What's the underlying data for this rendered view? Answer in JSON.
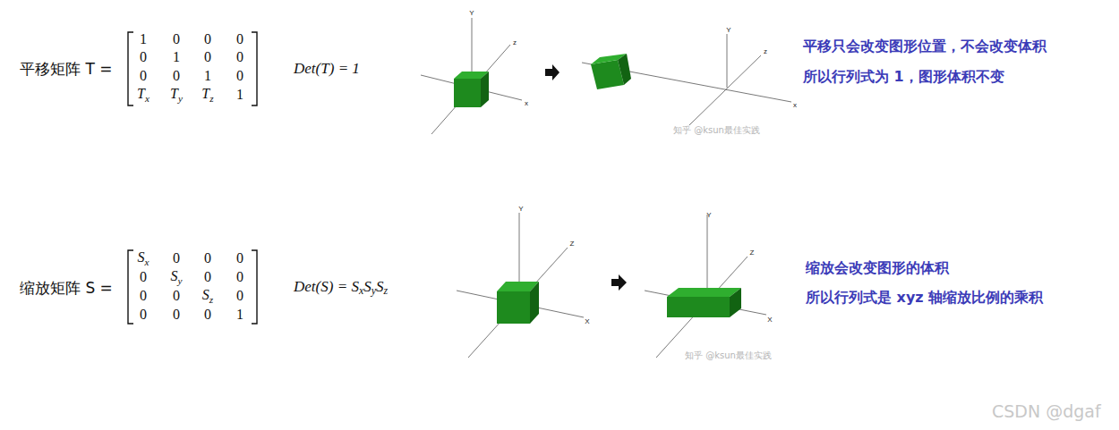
{
  "diagram": {
    "labels": [
      "平移矩阵 T =",
      "1",
      "0",
      "0",
      "0",
      "0",
      "1",
      "0",
      "0",
      "0",
      "0",
      "1",
      "0",
      "Tx",
      "Ty",
      "Tz",
      "1",
      "Det(T) = 1",
      "Y",
      "z",
      "x",
      "Y",
      "z",
      "x",
      "平移只会改变图形位置，不会改变体积",
      "所以行列式为 1，图形体积不变",
      "知乎 @ksun最佳实践",
      "缩放矩阵 S =",
      "Sx",
      "0",
      "0",
      "0",
      "0",
      "Sy",
      "0",
      "0",
      "0",
      "0",
      "Sz",
      "0",
      "0",
      "0",
      "0",
      "1",
      "Det(S) = SxSySz",
      "Y",
      "Z",
      "X",
      "Y",
      "Z",
      "X",
      "缩放会改变图形的体积",
      "所以行列式是 xyz 轴缩放比例的乘积",
      "知乎 @ksun最佳实践",
      "CSDN @dgaf"
    ]
  }
}
